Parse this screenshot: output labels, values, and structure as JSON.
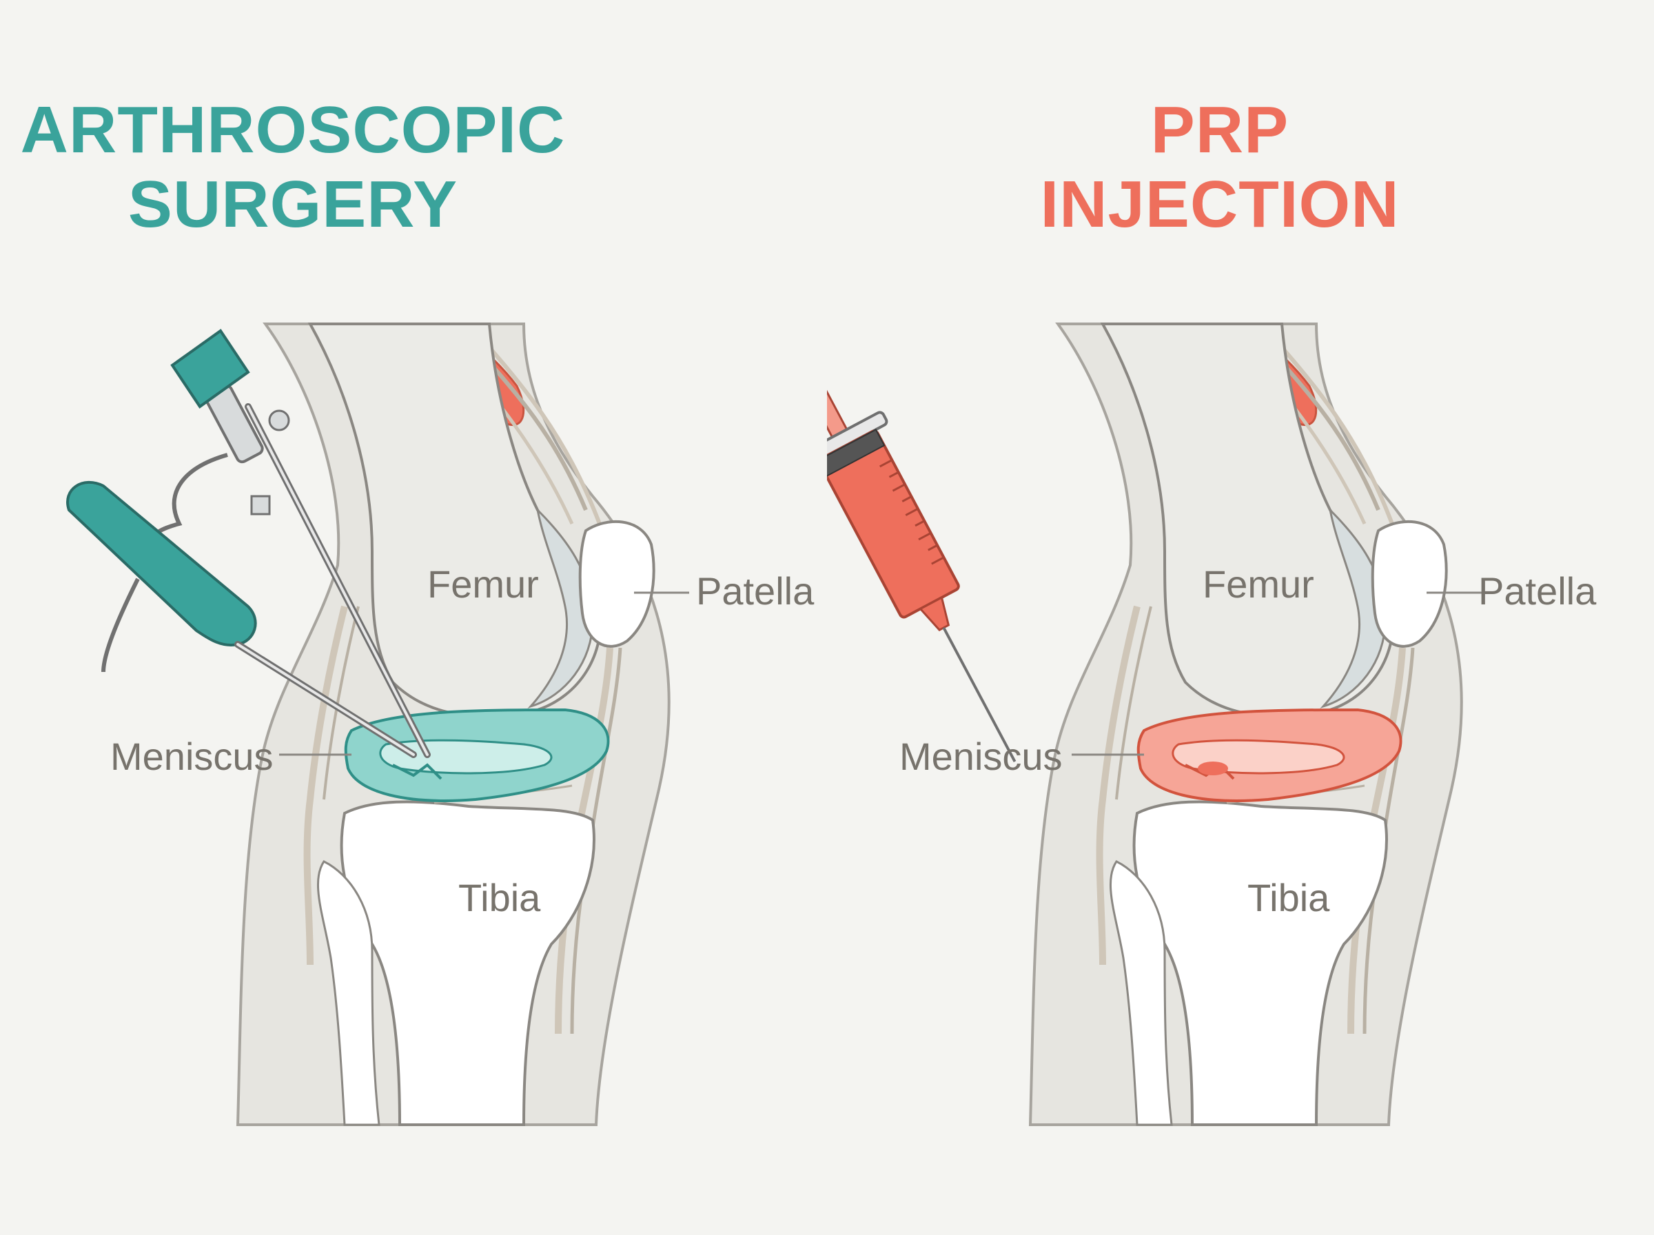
{
  "panels": [
    {
      "id": "arthroscopic",
      "title_lines": [
        "ARTHROSCOPIC",
        "SURGERY"
      ],
      "accent_color": "#3aa39b",
      "labels": {
        "femur": "Femur",
        "patella": "Patella",
        "meniscus": "Meniscus",
        "tibia": "Tibia"
      },
      "instruments": [
        "arthroscope-icon",
        "shaver-handle-icon"
      ]
    },
    {
      "id": "prp",
      "title_lines": [
        "PRP",
        "INJECTION"
      ],
      "accent_color": "#ee6f5c",
      "labels": {
        "femur": "Femur",
        "patella": "Patella",
        "meniscus": "Meniscus",
        "tibia": "Tibia"
      },
      "instruments": [
        "syringe-icon"
      ]
    }
  ],
  "colors": {
    "background": "#f4f4f1",
    "bone": "#e3e3de",
    "bone_outline": "#8a8782",
    "ligament": "#cfc6b8",
    "muscle": "#ee6f5c",
    "label_text": "#77736c"
  }
}
